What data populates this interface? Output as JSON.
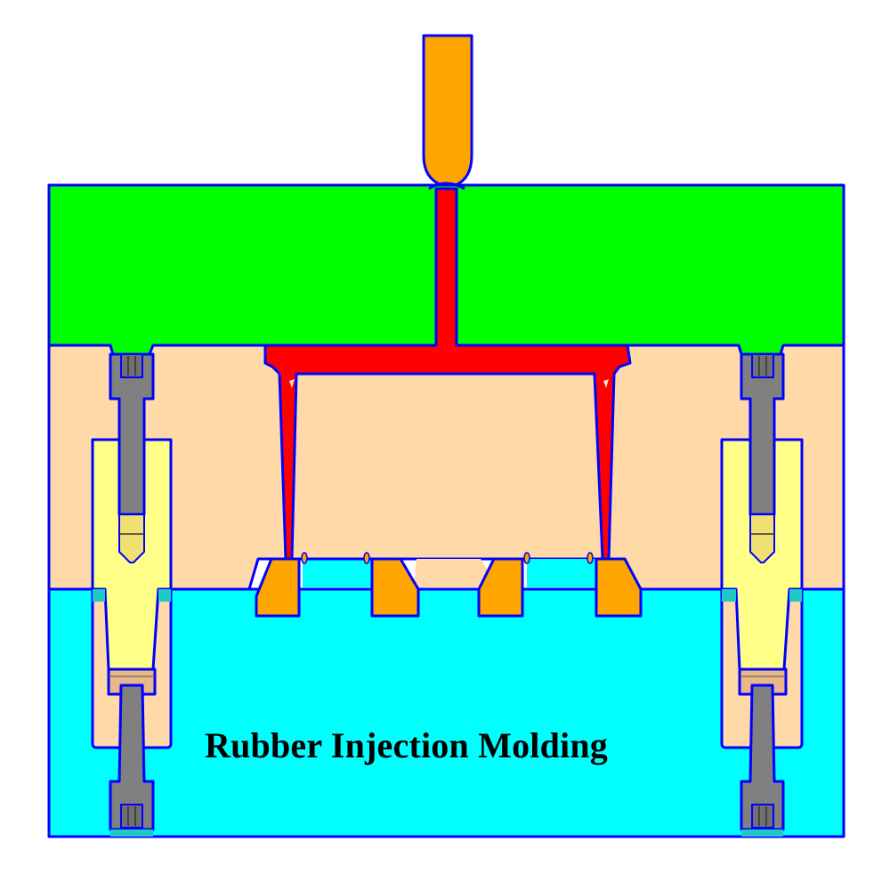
{
  "title": "Rubber Injection Molding",
  "diagram": {
    "type": "mold-cross-section",
    "parts": {
      "nozzle": {
        "label": "injection-nozzle",
        "color": "#FFA500"
      },
      "top_plate": {
        "label": "top-clamp-plate",
        "color": "#00FF00"
      },
      "middle_plate": {
        "label": "cavity-plate",
        "color": "#FFDAA8"
      },
      "bottom_plate": {
        "label": "core-plate",
        "color": "#00FFFF"
      },
      "runner": {
        "label": "sprue-and-runner",
        "color": "#FF0000"
      },
      "cavities": {
        "label": "molded-parts",
        "count": 4,
        "color": "#FFA500"
      },
      "guide_blocks": {
        "label": "guide-blocks",
        "count": 2,
        "color": "#FFFF88"
      },
      "bolts": {
        "label": "socket-cap-screws",
        "count": 4,
        "color": "#808080"
      }
    },
    "colors": {
      "outline": "#0000FF",
      "nozzle": "#FFA500",
      "top_plate": "#00FF00",
      "middle_plate": "#FFDAA8",
      "bottom_plate": "#00FFFF",
      "runner": "#FF0000",
      "part": "#FFA500",
      "guide": "#FFFF88",
      "bolt": "#808080",
      "bolt_dark": "#5A5A5A",
      "bushing": "#E8B888",
      "caption": "#000000"
    }
  }
}
